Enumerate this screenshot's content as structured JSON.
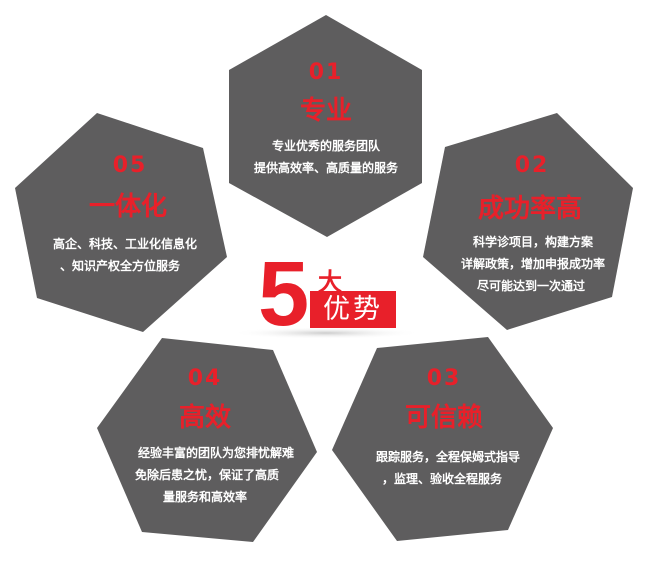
{
  "center": {
    "big_number": "5",
    "top_char": "大",
    "label": "优势"
  },
  "colors": {
    "hex_fill": "#5e5d5e",
    "accent": "#e8202a",
    "text": "#ffffff"
  },
  "items": [
    {
      "num": "01",
      "title": "专业",
      "lines": [
        "专业优秀的服务团队",
        "提供高效率、高质量的服务"
      ]
    },
    {
      "num": "02",
      "title": "成功率高",
      "lines": [
        "科学诊项目，构建方案",
        "详解政策，增加申报成功率",
        "尽可能达到一次通过"
      ]
    },
    {
      "num": "03",
      "title": "可信赖",
      "lines": [
        "跟踪服务，全程保姆式指导",
        "，监理、验收全程服务"
      ]
    },
    {
      "num": "04",
      "title": "高效",
      "lines": [
        "经验丰富的团队为您排忧解难",
        "免除后患之忧，保证了高质",
        "量服务和高效率"
      ]
    },
    {
      "num": "05",
      "title": "一体化",
      "lines": [
        "高企、科技、工业化信息化",
        "、知识产权全方位服务"
      ]
    }
  ]
}
